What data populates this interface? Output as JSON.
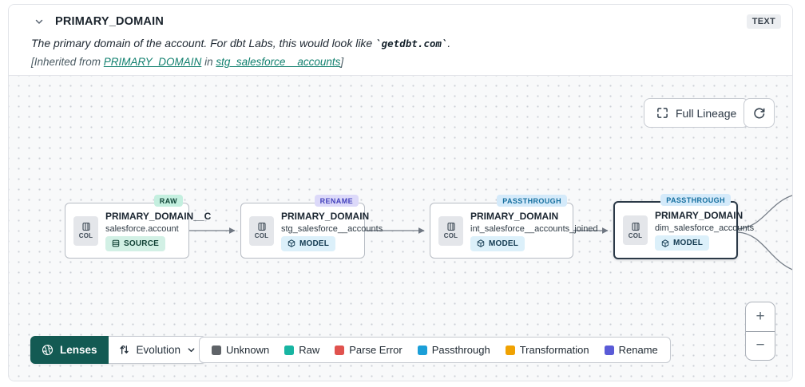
{
  "header": {
    "title": "PRIMARY_DOMAIN",
    "type_badge": "TEXT",
    "description_prefix": "The primary domain of the account. For dbt Labs, this would look like ",
    "description_code": "`getdbt.com`",
    "description_suffix": ".",
    "inherited_prefix": "[Inherited from ",
    "inherited_link_column": "PRIMARY_DOMAIN",
    "inherited_middle": " in ",
    "inherited_link_model": "stg_salesforce__accounts",
    "inherited_suffix": "]"
  },
  "toolbar": {
    "full_lineage_label": "Full Lineage",
    "refresh_icon": "refresh-icon"
  },
  "nodes": [
    {
      "tag": "RAW",
      "title": "PRIMARY_DOMAIN__C",
      "subtitle": "salesforce.account",
      "badge": "SOURCE",
      "col_label": "COL"
    },
    {
      "tag": "RENAME",
      "title": "PRIMARY_DOMAIN",
      "subtitle": "stg_salesforce__accounts",
      "badge": "MODEL",
      "col_label": "COL"
    },
    {
      "tag": "PASSTHROUGH",
      "title": "PRIMARY_DOMAIN",
      "subtitle": "int_salesforce__accounts_joined",
      "badge": "MODEL",
      "col_label": "COL"
    },
    {
      "tag": "PASSTHROUGH",
      "title": "PRIMARY_DOMAIN",
      "subtitle": "dim_salesforce_accounts",
      "badge": "MODEL",
      "col_label": "COL",
      "selected": true
    }
  ],
  "lenses": {
    "label": "Lenses",
    "selected_lens": "Evolution"
  },
  "legend": [
    {
      "label": "Unknown",
      "color": "#5f6368"
    },
    {
      "label": "Raw",
      "color": "#18b5a2"
    },
    {
      "label": "Parse Error",
      "color": "#e0524e"
    },
    {
      "label": "Passthrough",
      "color": "#1b9fd8"
    },
    {
      "label": "Transformation",
      "color": "#f0a202"
    },
    {
      "label": "Rename",
      "color": "#5a5bd7"
    }
  ],
  "zoom_controls": {
    "zoom_in": "+",
    "zoom_out": "−"
  }
}
